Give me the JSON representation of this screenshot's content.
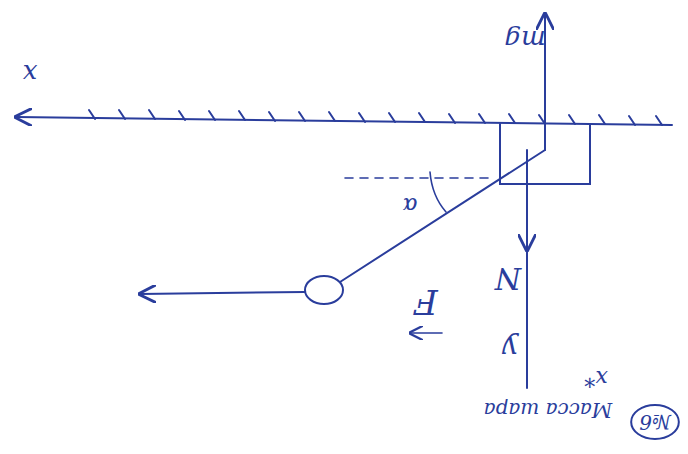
{
  "diagram": {
    "nodes": [
      {
        "text": [
          "№6"
        ]
      }
    ],
    "labels": [
      "x",
      "mg",
      "α",
      "F",
      "N",
      "y",
      "x*",
      "Масса шара"
    ]
  }
}
